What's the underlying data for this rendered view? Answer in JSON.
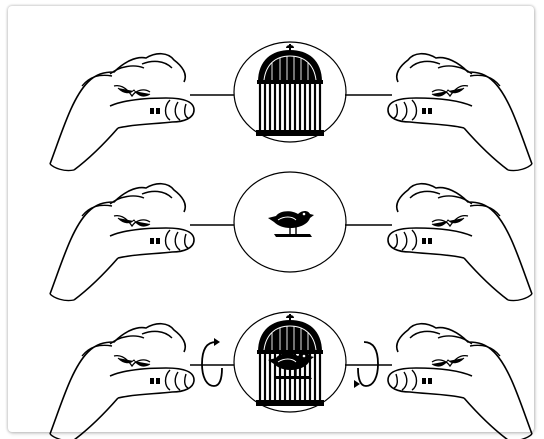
{
  "figure": {
    "description_icons": [
      "hand-icon",
      "bird-cage-icon",
      "bird-icon",
      "rotation-arrow-icon"
    ],
    "stroke_color": "#000000",
    "background_color": "#ffffff",
    "panels": [
      {
        "card_face": "cage",
        "rotating": false
      },
      {
        "card_face": "bird",
        "rotating": false
      },
      {
        "card_face": "bird-in-cage",
        "rotating": true
      }
    ]
  }
}
